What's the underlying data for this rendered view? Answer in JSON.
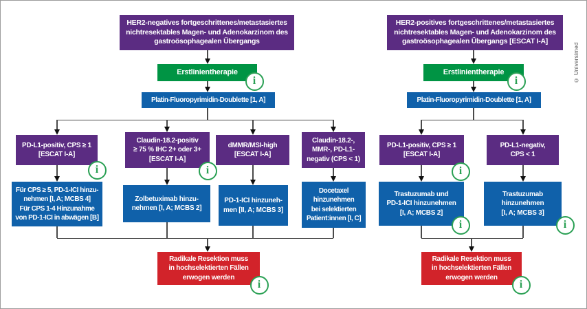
{
  "copyright": "© Universimed",
  "info_glyph": "i",
  "colors": {
    "node_purple": "#5b2c82",
    "node_green": "#009444",
    "node_blue": "#1061aa",
    "node_red": "#d2232a",
    "info_icon_green": "#2aa054",
    "connector_gray": "#4a4a4a",
    "arrowhead_black": "#101010",
    "frame_gray": "#9c9c9c"
  },
  "diagrams": {
    "left": {
      "root": "HER2-negatives fortgeschrittenes/metastasiertes\nnichtresektables Magen- und Adenokarzinom des\ngastroösophagealen Übergangs",
      "firstline_label": "Erstlinientherapie",
      "doublet_label": "Platin-Fluoropyrimidin-Doublette [1, A]",
      "branches": [
        {
          "condition": "PD-L1-positiv, CPS ≥ 1\n[ESCAT I-A]",
          "therapy": "Für CPS ≥ 5, PD-1-ICI hinzu-\nnehmen [I, A; MCBS 4]\nFür CPS 1-4 Hinzunahme\nvon PD-1-ICI in abwägen [B]"
        },
        {
          "condition": "Claudin-18.2-positiv\n≥ 75 % IHC 2+ oder 3+\n[ESCAT I-A]",
          "therapy": "Zolbetuximab hinzu-\nnehmen [I, A; MCBS 2]"
        },
        {
          "condition": "dMMR/MSI-high\n[ESCAT I-A]",
          "therapy": "PD-1-ICI hinzuneh-\nmen [II, A; MCBS 3]"
        },
        {
          "condition": "Claudin-18.2-,\nMMR-, PD-L1-\nnegativ (CPS < 1)",
          "therapy": "Docetaxel\nhinzunehmen\nbei selektierten\nPatient:innen [I, C]"
        }
      ],
      "resection": "Radikale Resektion muss\nin hochselektierten Fällen\nerwogen werden"
    },
    "right": {
      "root": "HER2-positives fortgeschrittenes/metastasiertes\nnichtresektables Magen- und Adenokarzinom des\ngastroösophagealen Übergangs [ESCAT I-A]",
      "firstline_label": "Erstlinientherapie",
      "doublet_label": "Platin-Fluoropyrimidin-Doublette [1, A]",
      "branches": [
        {
          "condition": "PD-L1-positiv, CPS ≥ 1\n[ESCAT I-A]",
          "therapy": "Trastuzumab und\nPD-1-ICI hinzunehmen\n[I, A; MCBS 2]"
        },
        {
          "condition": "PD-L1-negativ,\nCPS < 1",
          "therapy": "Trastuzumab\nhinzunehmen\n[I, A; MCBS 3]"
        }
      ],
      "resection": "Radikale Resektion muss\nin hochselektierten Fällen\nerwogen werden"
    }
  }
}
